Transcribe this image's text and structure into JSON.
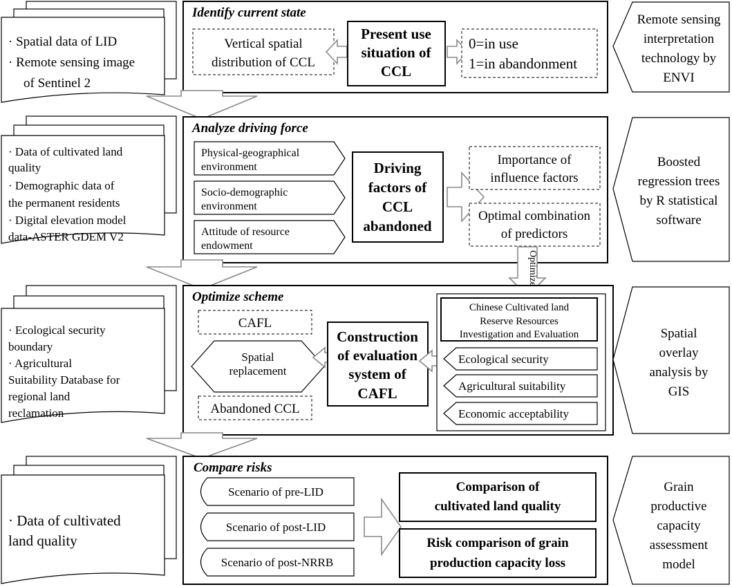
{
  "stages": [
    {
      "title": "Identify current state",
      "data_items": [
        "· Spatial data of LID",
        "· Remote sensing image",
        "of Sentinel 2"
      ],
      "center": [
        "Present use",
        "situation of",
        "CCL"
      ],
      "left_box": [
        "Vertical spatial",
        "distribution of CCL"
      ],
      "right_box": [
        "0=in use",
        "1=in abandonment"
      ],
      "tool": [
        "Remote sensing",
        "interpretation",
        "technology by",
        "ENVI"
      ]
    },
    {
      "title": "Analyze driving force",
      "data_items": [
        "· Data of cultivated land",
        "quality",
        "· Demographic data of",
        "the permanent residents",
        "· Digital elevation model",
        "data-ASTER GDEM V2"
      ],
      "factors": [
        [
          "Physical-geographical",
          "environment"
        ],
        [
          "Socio-demographic",
          "environment"
        ],
        [
          "Attitude of resource",
          "endowment"
        ]
      ],
      "center": [
        "Driving",
        "factors of",
        "CCL",
        "abandoned"
      ],
      "outputs": [
        [
          "Importance of",
          "influence factors"
        ],
        [
          "Optimal combination",
          "of predictors"
        ]
      ],
      "optimize_label": "Optimize",
      "tool": [
        "Boosted",
        "regression trees",
        "by R statistical",
        "software"
      ]
    },
    {
      "title": "Optimize scheme",
      "data_items": [
        "· Ecological security",
        "boundary",
        "· Agricultural",
        "Suitability Database for",
        "regional land",
        "reclamation"
      ],
      "cafl": "CAFL",
      "replacement": [
        "Spatial",
        "replacement"
      ],
      "abandoned": "Abandoned CCL",
      "center": [
        "Construction",
        "of evaluation",
        "system of",
        "CAFL"
      ],
      "reserve": [
        "Chinese Cultivated land",
        "Reserve Resources",
        "Investigation and Evaluation"
      ],
      "criteria": [
        "Ecological security",
        "Agricultural suitability",
        "Economic acceptability"
      ],
      "tool": [
        "Spatial",
        "overlay",
        "analysis by",
        "GIS"
      ]
    },
    {
      "title": "Compare risks",
      "data_items": [
        "· Data of cultivated",
        "land quality"
      ],
      "scenarios": [
        "Scenario of pre-LID",
        "Scenario of post-LID",
        "Scenario of post-NRRB"
      ],
      "results": [
        [
          "Comparison of",
          "cultivated land quality"
        ],
        [
          "Risk comparison of grain",
          "production capacity loss"
        ]
      ],
      "tool": [
        "Grain",
        "productive",
        "capacity",
        "assessment",
        "model"
      ]
    }
  ]
}
